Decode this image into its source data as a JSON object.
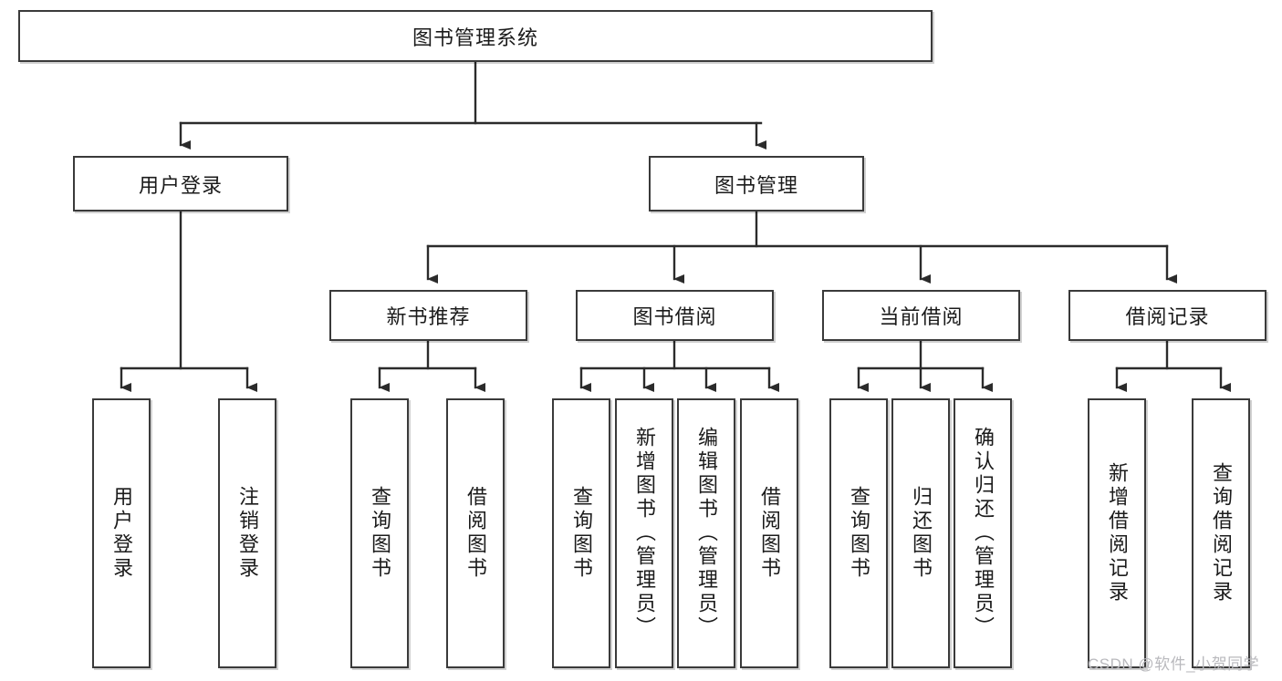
{
  "diagram": {
    "title": "图书管理系统",
    "type": "hierarchy-tree",
    "watermark": "CSDN @软件_小贺同学",
    "colors": {
      "box_border": "#3a3a3a",
      "box_fill": "#ffffff",
      "connector": "#2b2b2b",
      "text": "#1b1b1b",
      "watermark": "#b9b9bd"
    },
    "nodes": {
      "root": {
        "label": "图书管理系统",
        "level": 1,
        "orientation": "horizontal"
      },
      "l2": [
        {
          "id": "user-login",
          "label": "用户登录",
          "orientation": "horizontal"
        },
        {
          "id": "book-manage",
          "label": "图书管理",
          "orientation": "horizontal"
        }
      ],
      "l3": [
        {
          "id": "new-book-recommend",
          "label": "新书推荐",
          "orientation": "horizontal"
        },
        {
          "id": "book-borrow",
          "label": "图书借阅",
          "orientation": "horizontal"
        },
        {
          "id": "current-borrow",
          "label": "当前借阅",
          "orientation": "horizontal"
        },
        {
          "id": "borrow-record",
          "label": "借阅记录",
          "orientation": "horizontal"
        }
      ],
      "leaves": [
        {
          "id": "leaf-user-login",
          "label": "用户登录",
          "parent": "user-login",
          "orientation": "vertical"
        },
        {
          "id": "leaf-logout-login",
          "label": "注销登录",
          "parent": "user-login",
          "orientation": "vertical"
        },
        {
          "id": "leaf-query-book-1",
          "label": "查询图书",
          "parent": "new-book-recommend",
          "orientation": "vertical"
        },
        {
          "id": "leaf-borrow-book-1",
          "label": "借阅图书",
          "parent": "new-book-recommend",
          "orientation": "vertical"
        },
        {
          "id": "leaf-query-book-2",
          "label": "查询图书",
          "parent": "book-borrow",
          "orientation": "vertical"
        },
        {
          "id": "leaf-add-book-admin",
          "label": "新增图书（管理员）",
          "parent": "book-borrow",
          "orientation": "vertical"
        },
        {
          "id": "leaf-edit-book-admin",
          "label": "编辑图书（管理员）",
          "parent": "book-borrow",
          "orientation": "vertical"
        },
        {
          "id": "leaf-borrow-book-2",
          "label": "借阅图书",
          "parent": "book-borrow",
          "orientation": "vertical"
        },
        {
          "id": "leaf-query-book-3",
          "label": "查询图书",
          "parent": "current-borrow",
          "orientation": "vertical"
        },
        {
          "id": "leaf-return-book",
          "label": "归还图书",
          "parent": "current-borrow",
          "orientation": "vertical"
        },
        {
          "id": "leaf-confirm-return-admin",
          "label": "确认归还（管理员）",
          "parent": "current-borrow",
          "orientation": "vertical"
        },
        {
          "id": "leaf-add-borrow-record",
          "label": "新增借阅记录",
          "parent": "borrow-record",
          "orientation": "vertical"
        },
        {
          "id": "leaf-query-borrow-record",
          "label": "查询借阅记录",
          "parent": "borrow-record",
          "orientation": "vertical"
        }
      ]
    }
  }
}
